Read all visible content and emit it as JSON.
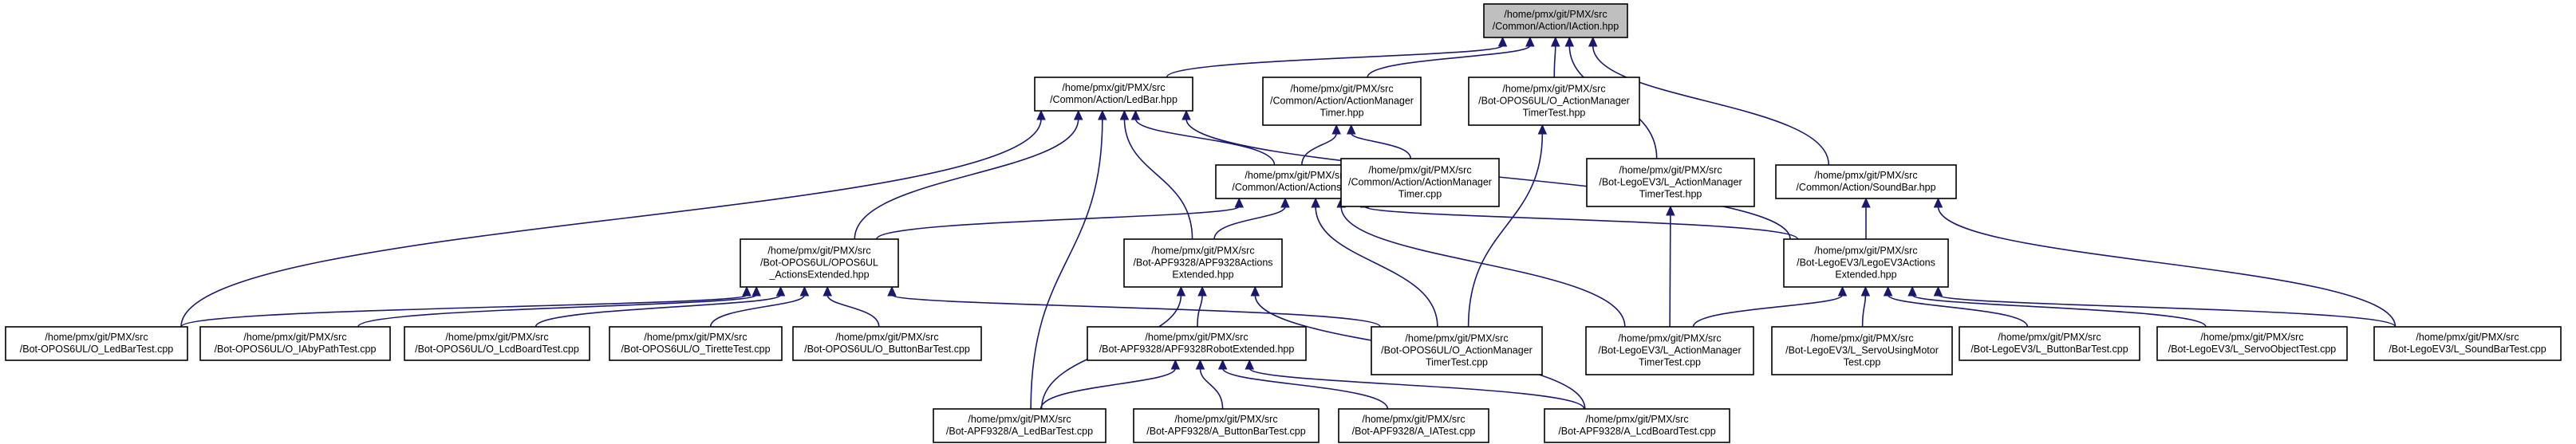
{
  "diagram": {
    "type": "include-dependency-graph",
    "colors": {
      "edge": "#191970",
      "root_fill": "#bfbfbf",
      "node_fill": "#ffffff",
      "border": "#000000"
    },
    "nodes": [
      {
        "id": "iaction",
        "root": true,
        "lines": [
          "/home/pmx/git/PMX/src",
          "/Common/Action/IAction.hpp"
        ]
      },
      {
        "id": "ledbar",
        "lines": [
          "/home/pmx/git/PMX/src",
          "/Common/Action/LedBar.hpp"
        ]
      },
      {
        "id": "amtimer",
        "lines": [
          "/home/pmx/git/PMX/src",
          "/Common/Action/ActionManager",
          "Timer.hpp"
        ]
      },
      {
        "id": "o_amtt_hpp",
        "lines": [
          "/home/pmx/git/PMX/src",
          "/Bot-OPOS6UL/O_ActionManager",
          "TimerTest.hpp"
        ]
      },
      {
        "id": "l_amtt_hpp",
        "lines": [
          "/home/pmx/git/PMX/src",
          "/Bot-LegoEV3/L_ActionManager",
          "TimerTest.hpp"
        ]
      },
      {
        "id": "soundbar",
        "lines": [
          "/home/pmx/git/PMX/src",
          "/Common/Action/SoundBar.hpp"
        ]
      },
      {
        "id": "actions",
        "lines": [
          "/home/pmx/git/PMX/src",
          "/Common/Action/Actions.hpp"
        ]
      },
      {
        "id": "amtimer_cpp",
        "lines": [
          "/home/pmx/git/PMX/src",
          "/Common/Action/ActionManager",
          "Timer.cpp"
        ]
      },
      {
        "id": "opos_ext",
        "lines": [
          "/home/pmx/git/PMX/src",
          "/Bot-OPOS6UL/OPOS6UL",
          "_ActionsExtended.hpp"
        ]
      },
      {
        "id": "apf_ext",
        "lines": [
          "/home/pmx/git/PMX/src",
          "/Bot-APF9328/APF9328Actions",
          "Extended.hpp"
        ]
      },
      {
        "id": "lego_ext",
        "lines": [
          "/home/pmx/git/PMX/src",
          "/Bot-LegoEV3/LegoEV3Actions",
          "Extended.hpp"
        ]
      },
      {
        "id": "apf_robot",
        "lines": [
          "/home/pmx/git/PMX/src",
          "/Bot-APF9328/APF9328RobotExtended.hpp"
        ]
      },
      {
        "id": "o_ledbartest",
        "lines": [
          "/home/pmx/git/PMX/src",
          "/Bot-OPOS6UL/O_LedBarTest.cpp"
        ]
      },
      {
        "id": "o_iaby",
        "lines": [
          "/home/pmx/git/PMX/src",
          "/Bot-OPOS6UL/O_IAbyPathTest.cpp"
        ]
      },
      {
        "id": "o_lcd",
        "lines": [
          "/home/pmx/git/PMX/src",
          "/Bot-OPOS6UL/O_LcdBoardTest.cpp"
        ]
      },
      {
        "id": "o_tirette",
        "lines": [
          "/home/pmx/git/PMX/src",
          "/Bot-OPOS6UL/O_TiretteTest.cpp"
        ]
      },
      {
        "id": "o_button",
        "lines": [
          "/home/pmx/git/PMX/src",
          "/Bot-OPOS6UL/O_ButtonBarTest.cpp"
        ]
      },
      {
        "id": "o_amtt_cpp",
        "lines": [
          "/home/pmx/git/PMX/src",
          "/Bot-OPOS6UL/O_ActionManager",
          "TimerTest.cpp"
        ]
      },
      {
        "id": "l_amtt_cpp",
        "lines": [
          "/home/pmx/git/PMX/src",
          "/Bot-LegoEV3/L_ActionManager",
          "TimerTest.cpp"
        ]
      },
      {
        "id": "l_servomotor",
        "lines": [
          "/home/pmx/git/PMX/src",
          "/Bot-LegoEV3/L_ServoUsingMotor",
          "Test.cpp"
        ]
      },
      {
        "id": "l_button",
        "lines": [
          "/home/pmx/git/PMX/src",
          "/Bot-LegoEV3/L_ButtonBarTest.cpp"
        ]
      },
      {
        "id": "l_servoobj",
        "lines": [
          "/home/pmx/git/PMX/src",
          "/Bot-LegoEV3/L_ServoObjectTest.cpp"
        ]
      },
      {
        "id": "l_sound",
        "lines": [
          "/home/pmx/git/PMX/src",
          "/Bot-LegoEV3/L_SoundBarTest.cpp"
        ]
      },
      {
        "id": "a_ledbar",
        "lines": [
          "/home/pmx/git/PMX/src",
          "/Bot-APF9328/A_LedBarTest.cpp"
        ]
      },
      {
        "id": "a_button",
        "lines": [
          "/home/pmx/git/PMX/src",
          "/Bot-APF9328/A_ButtonBarTest.cpp"
        ]
      },
      {
        "id": "a_ia",
        "lines": [
          "/home/pmx/git/PMX/src",
          "/Bot-APF9328/A_IATest.cpp"
        ]
      },
      {
        "id": "a_lcd",
        "lines": [
          "/home/pmx/git/PMX/src",
          "/Bot-APF9328/A_LcdBoardTest.cpp"
        ]
      }
    ],
    "edges": [
      [
        "ledbar",
        "iaction"
      ],
      [
        "amtimer",
        "iaction"
      ],
      [
        "o_amtt_hpp",
        "iaction"
      ],
      [
        "l_amtt_hpp",
        "iaction"
      ],
      [
        "soundbar",
        "iaction"
      ],
      [
        "actions",
        "ledbar"
      ],
      [
        "opos_ext",
        "ledbar"
      ],
      [
        "apf_ext",
        "ledbar"
      ],
      [
        "lego_ext",
        "ledbar"
      ],
      [
        "o_ledbartest",
        "ledbar"
      ],
      [
        "a_ledbar",
        "ledbar"
      ],
      [
        "actions",
        "amtimer"
      ],
      [
        "amtimer_cpp",
        "amtimer"
      ],
      [
        "o_amtt_cpp",
        "o_amtt_hpp"
      ],
      [
        "l_amtt_cpp",
        "l_amtt_hpp"
      ],
      [
        "lego_ext",
        "soundbar"
      ],
      [
        "l_sound",
        "soundbar"
      ],
      [
        "opos_ext",
        "actions"
      ],
      [
        "apf_ext",
        "actions"
      ],
      [
        "lego_ext",
        "actions"
      ],
      [
        "o_amtt_cpp",
        "actions"
      ],
      [
        "l_amtt_cpp",
        "actions"
      ],
      [
        "o_ledbartest",
        "opos_ext"
      ],
      [
        "o_iaby",
        "opos_ext"
      ],
      [
        "o_lcd",
        "opos_ext"
      ],
      [
        "o_tirette",
        "opos_ext"
      ],
      [
        "o_button",
        "opos_ext"
      ],
      [
        "o_amtt_cpp",
        "opos_ext"
      ],
      [
        "apf_robot",
        "apf_ext"
      ],
      [
        "a_ledbar",
        "apf_ext"
      ],
      [
        "a_lcd",
        "apf_ext"
      ],
      [
        "l_amtt_cpp",
        "lego_ext"
      ],
      [
        "l_servomotor",
        "lego_ext"
      ],
      [
        "l_button",
        "lego_ext"
      ],
      [
        "l_servoobj",
        "lego_ext"
      ],
      [
        "l_sound",
        "lego_ext"
      ],
      [
        "a_ledbar",
        "apf_robot"
      ],
      [
        "a_button",
        "apf_robot"
      ],
      [
        "a_ia",
        "apf_robot"
      ],
      [
        "a_lcd",
        "apf_robot"
      ]
    ]
  }
}
